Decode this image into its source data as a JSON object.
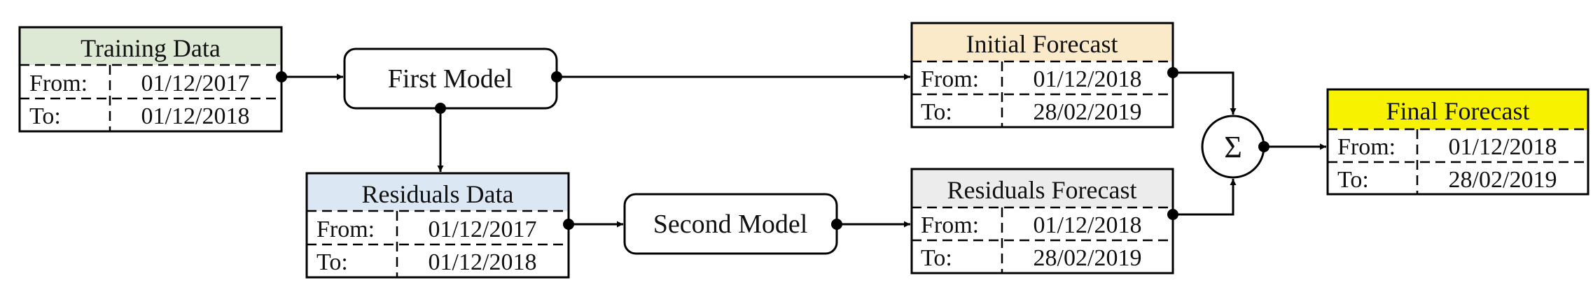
{
  "colors": {
    "training": "#dde9d4",
    "residuals": "#dbe7f3",
    "initial": "#fbeac9",
    "residuals_forecast": "#ececec",
    "final": "#f7f200",
    "stroke": "#000000"
  },
  "tables": {
    "training": {
      "title": "Training Data",
      "from_label": "From:",
      "from_value": "01/12/2017",
      "to_label": "To:",
      "to_value": "01/12/2018"
    },
    "residuals": {
      "title": "Residuals Data",
      "from_label": "From:",
      "from_value": "01/12/2017",
      "to_label": "To:",
      "to_value": "01/12/2018"
    },
    "initial": {
      "title": "Initial Forecast",
      "from_label": "From:",
      "from_value": "01/12/2018",
      "to_label": "To:",
      "to_value": "28/02/2019"
    },
    "residuals_forecast": {
      "title": "Residuals Forecast",
      "from_label": "From:",
      "from_value": "01/12/2018",
      "to_label": "To:",
      "to_value": "28/02/2019"
    },
    "final": {
      "title": "Final Forecast",
      "from_label": "From:",
      "from_value": "01/12/2018",
      "to_label": "To:",
      "to_value": "28/02/2019"
    }
  },
  "models": {
    "first": "First Model",
    "second": "Second Model"
  },
  "sum_symbol": "Σ"
}
